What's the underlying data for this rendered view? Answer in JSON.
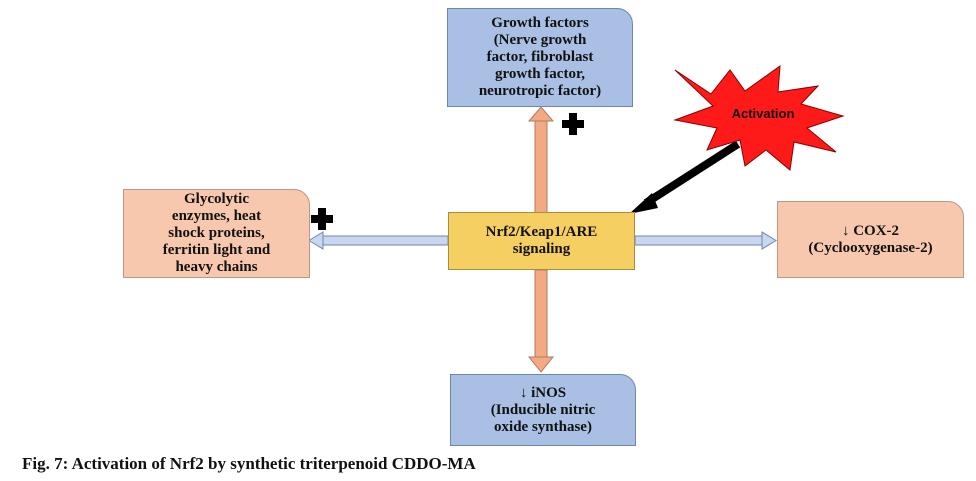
{
  "center": {
    "text": "Nrf2/Keap1/ARE\nsignaling"
  },
  "top": {
    "text": "Growth factors\n(Nerve growth\nfactor, fibroblast\ngrowth factor,\nneurotropic factor)"
  },
  "left": {
    "text": "Glycolytic\nenzymes, heat\nshock proteins,\nferritin light and\nheavy chains"
  },
  "right": {
    "text": "↓ COX-2\n(Cyclooxygenase-2)"
  },
  "bottom": {
    "text": "↓ iNOS\n(Inducible nitric\noxide synthase)"
  },
  "activation": {
    "label": "Activation"
  },
  "caption": "Fig. 7: Activation of Nrf2 by synthetic triterpenoid CDDO-MA",
  "colors": {
    "blue_box": "#a9bfe3",
    "peach_box": "#f7c8ad",
    "center_box": "#f6cf62",
    "burst": "#ff1a1a",
    "vertical_arrow": "#f2a984",
    "horizontal_arrow": "#c9d6ef"
  }
}
